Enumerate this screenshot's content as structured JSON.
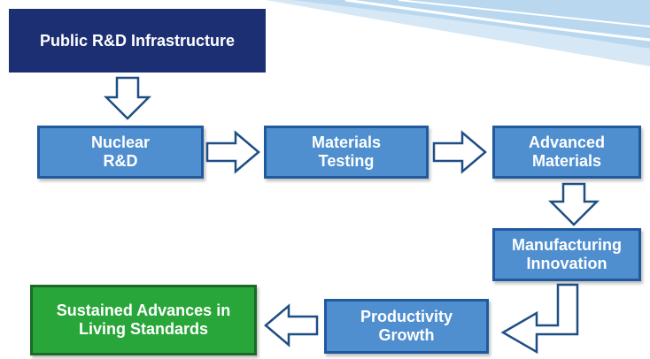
{
  "nodes": {
    "public_rd": "Public R&D Infrastructure",
    "nuclear_rd": "Nuclear\nR&D",
    "materials_testing": "Materials\nTesting",
    "advanced_materials": "Advanced\nMaterials",
    "manufacturing_innovation": "Manufacturing\nInnovation",
    "productivity_growth": "Productivity\nGrowth",
    "living_standards": "Sustained Advances in\nLiving Standards"
  },
  "colors": {
    "navy": "#1b2f72",
    "blue": "#4f8fd0",
    "blue_border": "#1f5a9e",
    "green": "#29a63a",
    "arrow_outline": "#1f4e84"
  }
}
